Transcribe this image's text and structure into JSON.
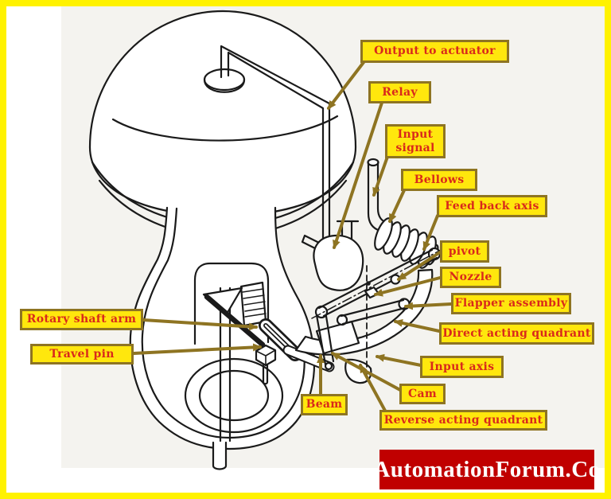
{
  "colors": {
    "page_border": "#fff200",
    "scan_background": "#f4f3ef",
    "label_background": "#ffe70d",
    "label_border": "#8e7422",
    "label_text": "#d9291b",
    "arrow": "#8e7422",
    "line_art": "#1a1a1a",
    "banner_background": "#c00000",
    "banner_text": "#ffffff"
  },
  "labels": [
    {
      "id": "output-to-actuator",
      "text": "Output to actuator"
    },
    {
      "id": "relay",
      "text": "Relay"
    },
    {
      "id": "input-signal",
      "text": "Input signal"
    },
    {
      "id": "bellows",
      "text": "Bellows"
    },
    {
      "id": "feed-back-axis",
      "text": "Feed back axis"
    },
    {
      "id": "pivot",
      "text": "pivot"
    },
    {
      "id": "nozzle",
      "text": "Nozzle"
    },
    {
      "id": "flapper-assembly",
      "text": "Flapper assembly"
    },
    {
      "id": "direct-acting-quadrant",
      "text": "Direct acting quadrant"
    },
    {
      "id": "input-axis",
      "text": "Input axis"
    },
    {
      "id": "cam",
      "text": "Cam"
    },
    {
      "id": "reverse-acting-quadrant",
      "text": "Reverse acting quadrant"
    },
    {
      "id": "beam",
      "text": "Beam"
    },
    {
      "id": "rotary-shaft-arm",
      "text": "Rotary shaft arm"
    },
    {
      "id": "travel-pin",
      "text": "Travel pin"
    }
  ],
  "watermark": {
    "text": "AutomationForum.Co"
  }
}
